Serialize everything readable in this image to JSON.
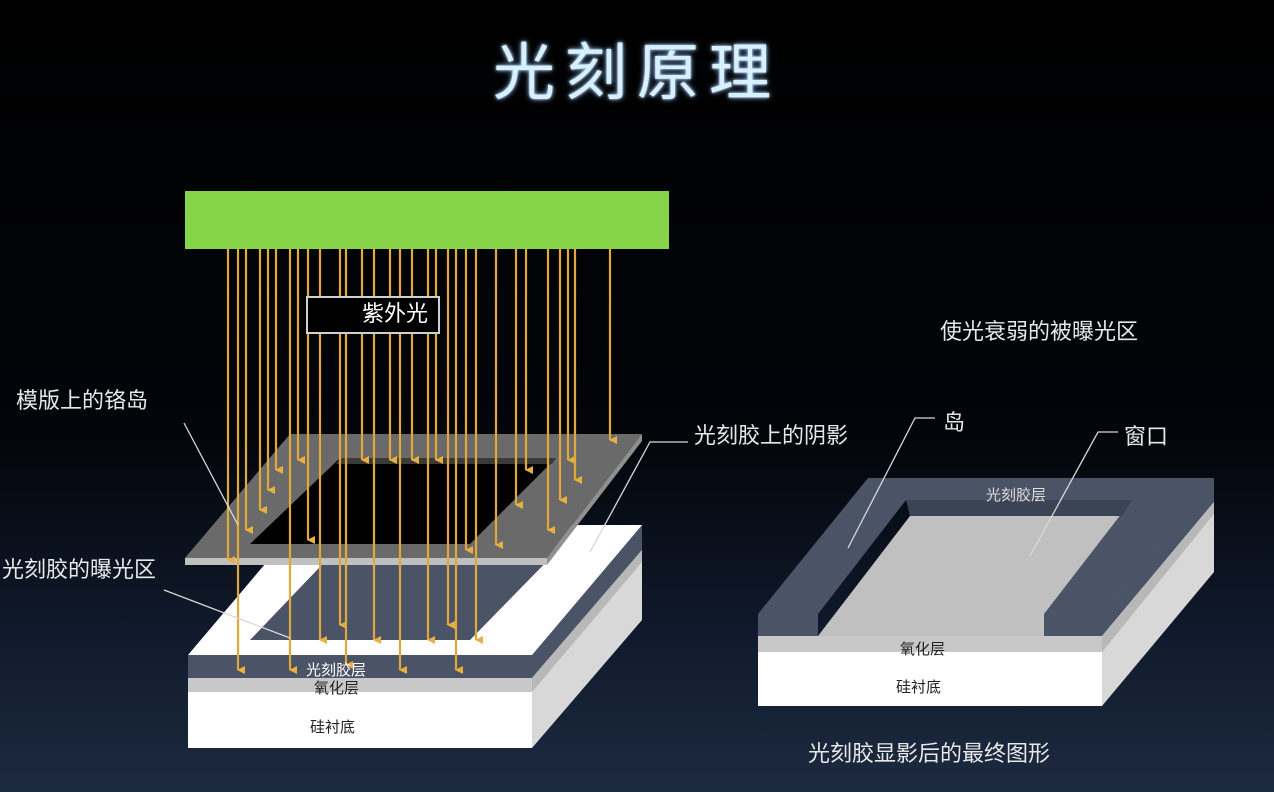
{
  "title": "光刻原理",
  "left_figure": {
    "uv_label": "紫外光",
    "mask_island_label": "模版上的铬岛",
    "exposed_region_label": "光刻胶的曝光区",
    "shadow_label": "光刻胶上的阴影",
    "layer_photoresist": "光刻胶层",
    "layer_oxide": "氧化层",
    "layer_substrate": "硅衬底"
  },
  "right_figure": {
    "attenuated_label": "使光衰弱的被曝光区",
    "island_label": "岛",
    "window_label": "窗口",
    "layer_photoresist": "光刻胶层",
    "layer_oxide": "氧化层",
    "layer_substrate": "硅衬底",
    "caption": "光刻胶显影后的最终图形"
  },
  "colors": {
    "light_source": "#88d448",
    "uv_arrow": "#e0a83a",
    "photoresist": "#4a5466",
    "oxide": "#c8c8c8",
    "substrate": "#ffffff",
    "title_glow": "#8fc4ff"
  }
}
